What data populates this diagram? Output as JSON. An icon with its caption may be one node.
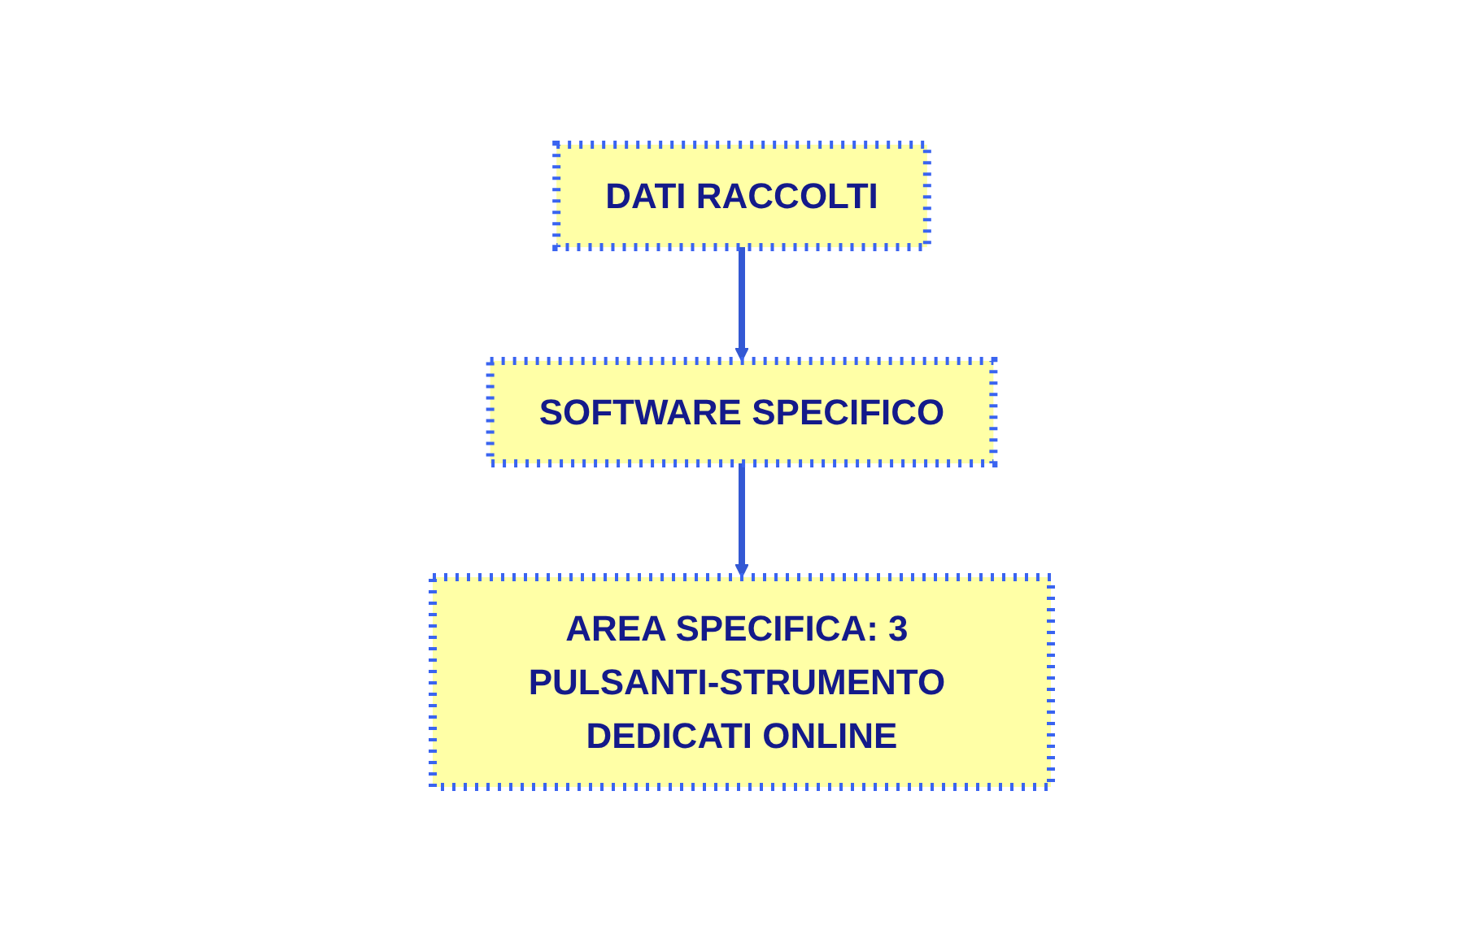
{
  "diagram": {
    "nodes": [
      {
        "text": [
          "DATI RACCOLTI"
        ]
      },
      {
        "text": [
          "SOFTWARE SPECIFICO"
        ]
      },
      {
        "text": [
          "AREA SPECIFICA: 3 PULSANTI-STRUMENTO DEDICATI ONLINE"
        ]
      }
    ],
    "edges": [
      {
        "from": 0,
        "to": 1,
        "arrow": "to",
        "color": "#3358d4"
      },
      {
        "from": 1,
        "to": 2,
        "arrow": "to",
        "color": "#3358d4"
      }
    ]
  }
}
